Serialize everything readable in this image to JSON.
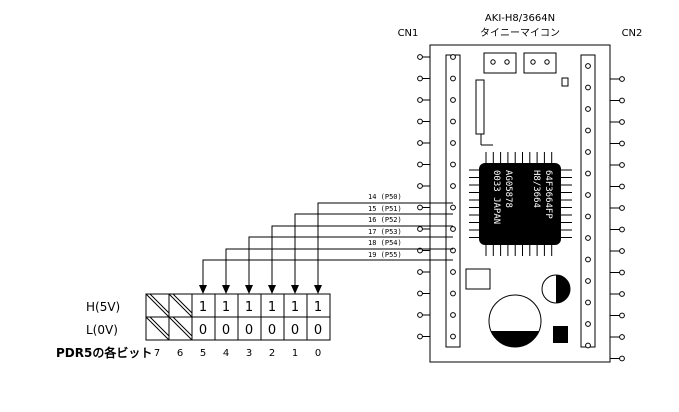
{
  "board": {
    "title": "AKI-H8/3664N",
    "subtitle": "タイニーマイコン",
    "connector_left": "CN1",
    "connector_right": "CN2"
  },
  "chip": {
    "line1": "64F3664FP",
    "line2": "H8/3664",
    "line3": "AG05878",
    "line4": "0033 JAPAN"
  },
  "pins": [
    {
      "label": "14 (P50)"
    },
    {
      "label": "15 (P51)"
    },
    {
      "label": "16 (P52)"
    },
    {
      "label": "17 (P53)"
    },
    {
      "label": "18 (P54)"
    },
    {
      "label": "19 (P55)"
    }
  ],
  "register": {
    "high_label": "H(5V)",
    "low_label": "L(0V)",
    "bits_label": "PDR5の各ビット",
    "high_values": [
      "1",
      "1",
      "1",
      "1",
      "1",
      "1"
    ],
    "low_values": [
      "0",
      "0",
      "0",
      "0",
      "0",
      "0"
    ],
    "bit_numbers": [
      "7",
      "6",
      "5",
      "4",
      "3",
      "2",
      "1",
      "0"
    ]
  },
  "colors": {
    "ink": "#000000",
    "paper": "#ffffff"
  }
}
